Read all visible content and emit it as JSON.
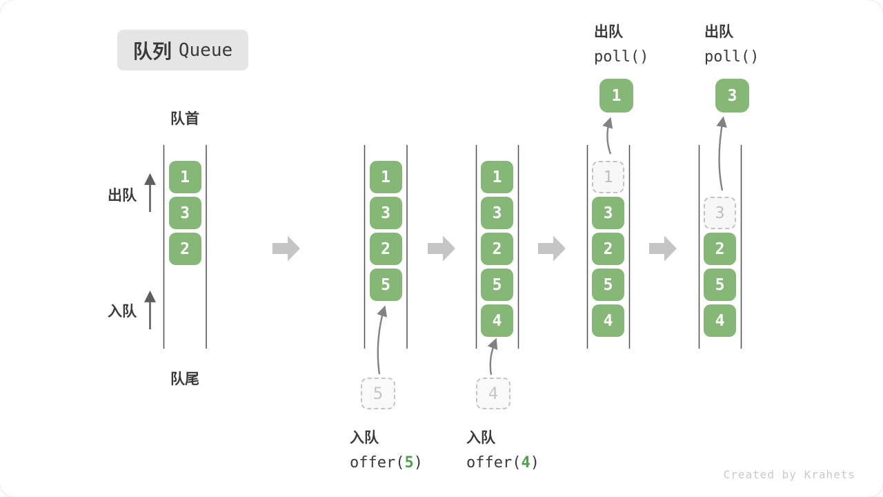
{
  "badge": {
    "zh": "队列",
    "en": "Queue"
  },
  "labels": {
    "front": "队首",
    "rear": "队尾",
    "dequeue": "出队",
    "enqueue": "入队"
  },
  "states": [
    {
      "items": [
        "1",
        "3",
        "2"
      ]
    },
    {
      "items": [
        "1",
        "3",
        "2",
        "5"
      ],
      "incoming": "5",
      "op": {
        "action": "入队",
        "call_prefix": "offer(",
        "arg": "5",
        "call_suffix": ")"
      }
    },
    {
      "items": [
        "1",
        "3",
        "2",
        "5",
        "4"
      ],
      "incoming": "4",
      "op": {
        "action": "入队",
        "call_prefix": "offer(",
        "arg": "4",
        "call_suffix": ")"
      }
    },
    {
      "items": [
        "3",
        "2",
        "5",
        "4"
      ],
      "removed": "1",
      "op": {
        "action": "出队",
        "call": "poll()"
      }
    },
    {
      "items": [
        "2",
        "5",
        "4"
      ],
      "removed": "3",
      "op": {
        "action": "出队",
        "call": "poll()"
      }
    }
  ],
  "watermark": "Created by Krahets",
  "colors": {
    "item_green": "#85b877",
    "code_arg_green": "#4ea04b",
    "text_dark": "#3a3a3a",
    "dashed_gray": "#c2c2c2",
    "step_arrow_gray": "#c5c5c5",
    "wall_gray": "#4f4f4f",
    "flow_arrow_gray": "#828282",
    "badge_bg": "#e5e5e5",
    "watermark_gray": "#c9c9c9"
  }
}
